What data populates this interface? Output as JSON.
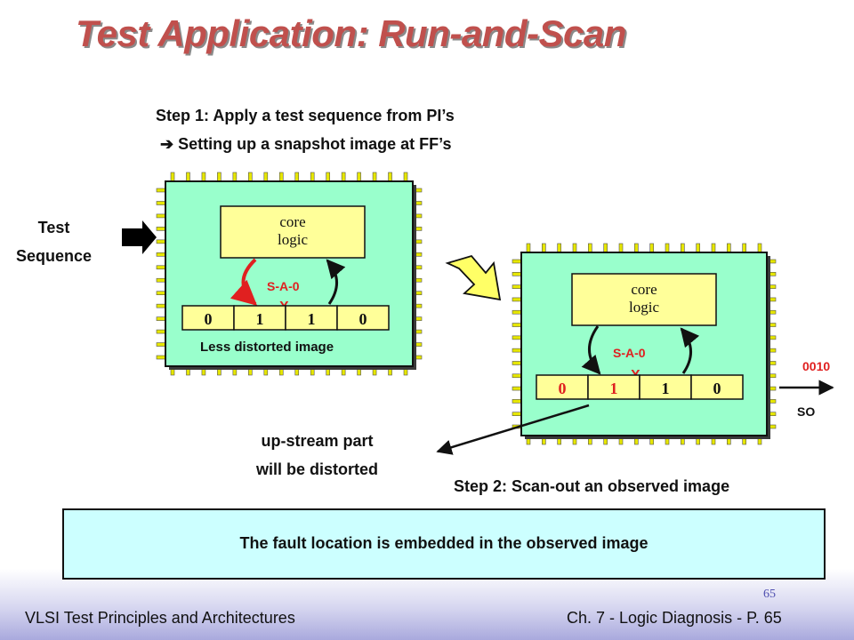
{
  "title": "Test Application: Run-and-Scan",
  "step1_line1": "Step 1: Apply a test sequence from PI’s",
  "step1_line2": "Setting up a snapshot image at FF’s",
  "step1_arrow_glyph": "➔",
  "test_sequence": [
    "Test",
    "Sequence"
  ],
  "chip1": {
    "core_label": [
      "core",
      "logic"
    ],
    "fault_label": "S-A-0",
    "fault_mark": "X",
    "bits": [
      "0",
      "1",
      "1",
      "0"
    ],
    "caption": "Less distorted image"
  },
  "chip2": {
    "core_label": [
      "core",
      "logic"
    ],
    "fault_label": "S-A-0",
    "fault_mark": "X",
    "bits": [
      "0",
      "1",
      "1",
      "0"
    ],
    "bit_colors": [
      "#e02020",
      "#e02020",
      "#111111",
      "#111111"
    ]
  },
  "scan_out_bits": "0010",
  "so_label": "SO",
  "upstream_note": [
    "up-stream part",
    "will be distorted"
  ],
  "step2": "Step 2: Scan-out an observed image",
  "banner": "The fault location is embedded in the observed image",
  "footer": {
    "left": "VLSI Test Principles and Architectures",
    "right": "Ch. 7 - Logic Diagnosis  - P. 65",
    "page_number": "65"
  },
  "colors": {
    "title": "#c0504d",
    "chip_fill": "#99ffcc",
    "core_fill": "#ffff99",
    "fault_red": "#e02020",
    "banner_fill": "#ccffff",
    "pin_fill": "#e6e600"
  }
}
